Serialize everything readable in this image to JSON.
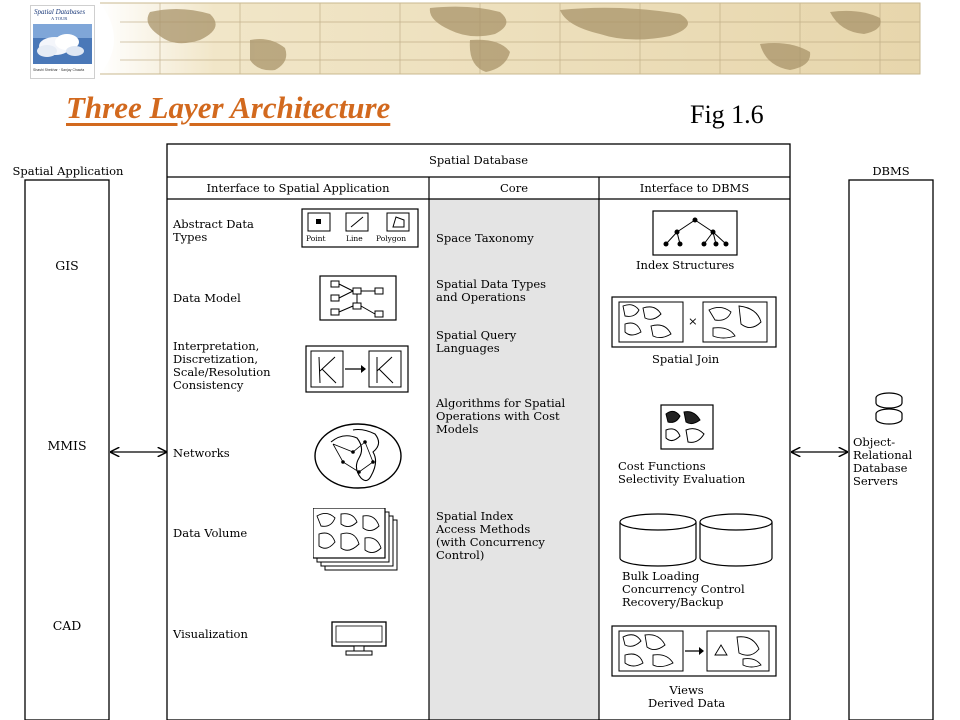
{
  "slide": {
    "title": "Three Layer Architecture",
    "figure_label": "Fig 1.6"
  },
  "book_cover": {
    "title": "Spatial Databases",
    "subtitle": "A TOUR",
    "authors": "Shashi Shekhar · Sanjay Chawla"
  },
  "spatial_application": {
    "header": "Spatial Application",
    "items": [
      "GIS",
      "MMIS",
      "CAD"
    ]
  },
  "spatial_database": {
    "header": "Spatial Database",
    "interface_app": {
      "header": "Interface to Spatial Application",
      "items": [
        "Abstract Data\nTypes",
        "Data Model",
        "Interpretation,\nDiscretization,\nScale/Resolution\nConsistency",
        "Networks",
        "Data Volume",
        "Visualization"
      ],
      "adt_icon_labels": [
        "Point",
        "Line",
        "Polygon"
      ]
    },
    "core": {
      "header": "Core",
      "items": [
        "Space Taxonomy",
        "Spatial Data Types\nand Operations",
        "Spatial Query\nLanguages",
        "Algorithms for Spatial\nOperations with Cost\nModels",
        "Spatial Index\nAccess Methods\n(with Concurrency\nControl)"
      ]
    },
    "interface_dbms": {
      "header": "Interface to DBMS",
      "items": [
        "Index Structures",
        "Spatial Join",
        "Cost Functions\nSelectivity Evaluation",
        "Bulk Loading\nConcurrency Control\nRecovery/Backup",
        "Views\nDerived Data"
      ],
      "join_operator": "×"
    }
  },
  "dbms": {
    "header": "DBMS",
    "item": "Object-\nRelational\nDatabase\nServers"
  }
}
